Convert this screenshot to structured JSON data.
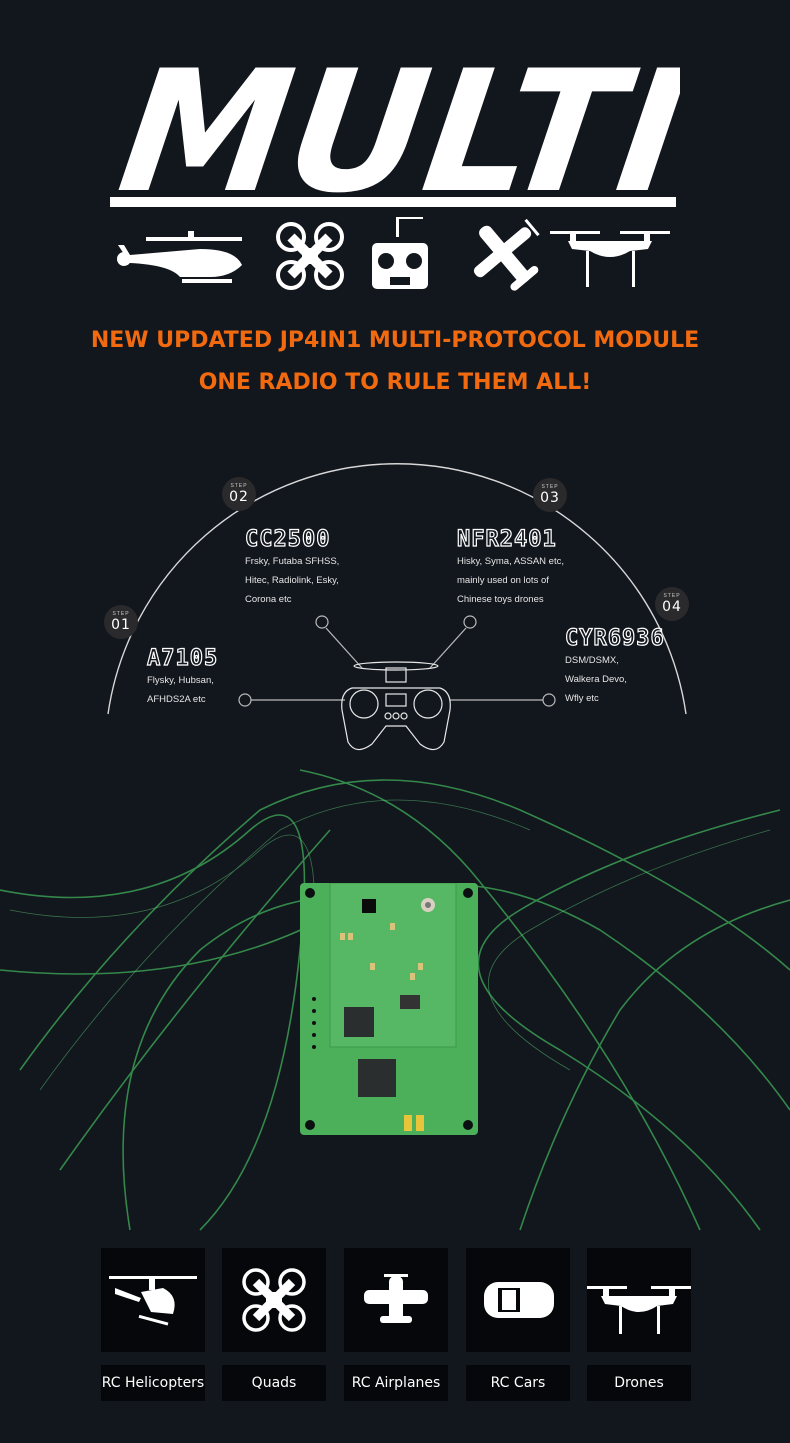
{
  "header": {
    "title": "MULTI",
    "icons": [
      "helicopter-icon",
      "quadcopter-icon",
      "transmitter-icon",
      "airplane-icon",
      "drone-icon"
    ]
  },
  "headline": {
    "line1": "NEW UPDATED JP4IN1 MULTI-PROTOCOL MODULE",
    "line2": "ONE RADIO TO RULE THEM ALL!"
  },
  "colors": {
    "background": "#12161d",
    "accent": "#f26a10",
    "pcb": "#4caf5a",
    "glow": "#3fae5a"
  },
  "steps": [
    {
      "label": "STEP",
      "number": "01",
      "chip": "A7105",
      "lines": [
        "Flysky, Hubsan,",
        "AFHDS2A etc"
      ]
    },
    {
      "label": "STEP",
      "number": "02",
      "chip": "CC2500",
      "lines": [
        "Frsky, Futaba SFHSS,",
        "Hitec, Radiolink, Esky,",
        "Corona etc"
      ]
    },
    {
      "label": "STEP",
      "number": "03",
      "chip": "NFR2401",
      "lines": [
        "Hisky, Syma, ASSAN etc,",
        "mainly used on lots of",
        "Chinese toys drones"
      ]
    },
    {
      "label": "STEP",
      "number": "04",
      "chip": "CYR6936",
      "lines": [
        "DSM/DSMX,",
        "Walkera Devo,",
        "Wfly etc"
      ]
    }
  ],
  "categories": [
    {
      "label": "RC Helicopters",
      "icon": "helicopter-icon"
    },
    {
      "label": "Quads",
      "icon": "quadcopter-icon"
    },
    {
      "label": "RC Airplanes",
      "icon": "airplane-icon"
    },
    {
      "label": "RC Cars",
      "icon": "car-icon"
    },
    {
      "label": "Drones",
      "icon": "drone-icon"
    }
  ]
}
